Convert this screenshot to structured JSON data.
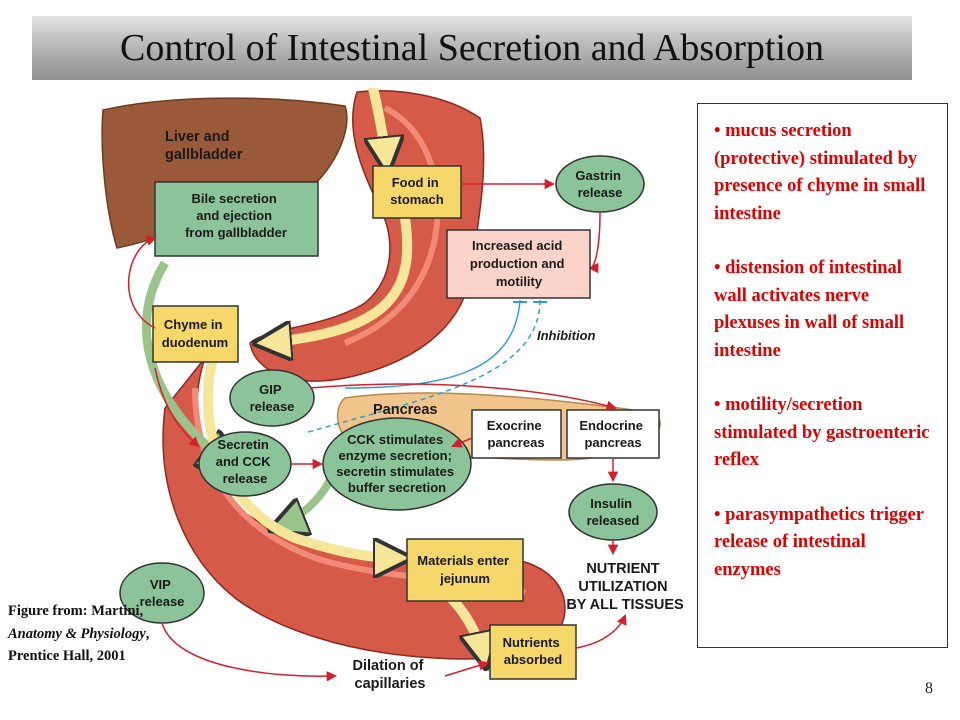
{
  "title": "Control of Intestinal Secretion and Absorption",
  "diagram": {
    "liver_label": [
      "Liver and",
      "gallbladder"
    ],
    "bile_box": [
      "Bile secretion",
      "and ejection",
      "from gallbladder"
    ],
    "food_box": [
      "Food in",
      "stomach"
    ],
    "gastrin": [
      "Gastrin",
      "release"
    ],
    "acid_box": [
      "Increased acid",
      "production and",
      "motility"
    ],
    "inhibition": "Inhibition",
    "chyme_box": [
      "Chyme in",
      "duodenum"
    ],
    "gip": [
      "GIP",
      "release"
    ],
    "pancreas_label": "Pancreas",
    "exocrine_box": [
      "Exocrine",
      "pancreas"
    ],
    "endocrine_box": [
      "Endocrine",
      "pancreas"
    ],
    "secretin": [
      "Secretin",
      "and CCK",
      "release"
    ],
    "cck_ellipse": [
      "CCK stimulates",
      "enzyme secretion;",
      "secretin stimulates",
      "buffer secretion"
    ],
    "insulin": [
      "Insulin",
      "released"
    ],
    "jejunum_box": [
      "Materials enter",
      "jejunum"
    ],
    "nutrient_utilization": [
      "NUTRIENT",
      "UTILIZATION",
      "BY ALL TISSUES"
    ],
    "vip": [
      "VIP",
      "release"
    ],
    "nutrients_box": [
      "Nutrients",
      "absorbed"
    ],
    "dilation": [
      "Dilation of",
      "capillaries"
    ]
  },
  "bullets": [
    "mucus secretion (protective) stimulated by presence of chyme in small intestine",
    "distension of intestinal wall activates nerve plexuses in wall of small intestine",
    "motility/secretion stimulated by gastroenteric reflex",
    "parasympathetics trigger release of intestinal enzymes"
  ],
  "caption": {
    "prefix": "Figure from: Martini,",
    "book": "Anatomy & Physiology",
    "suffix": ", Prentice Hall, 2001"
  },
  "page_number": "8",
  "colors": {
    "bullet_text": "#e00000",
    "green_box": "#8cc49a",
    "yellow_box": "#f6d76a",
    "pink_box": "#fbd3c8",
    "arrow_red": "#d4202a",
    "inhibition_blue": "#2f9fd0",
    "liver": "#9a5a3a",
    "stomach": "#d65a48",
    "pancreas": "#f0c48a"
  }
}
